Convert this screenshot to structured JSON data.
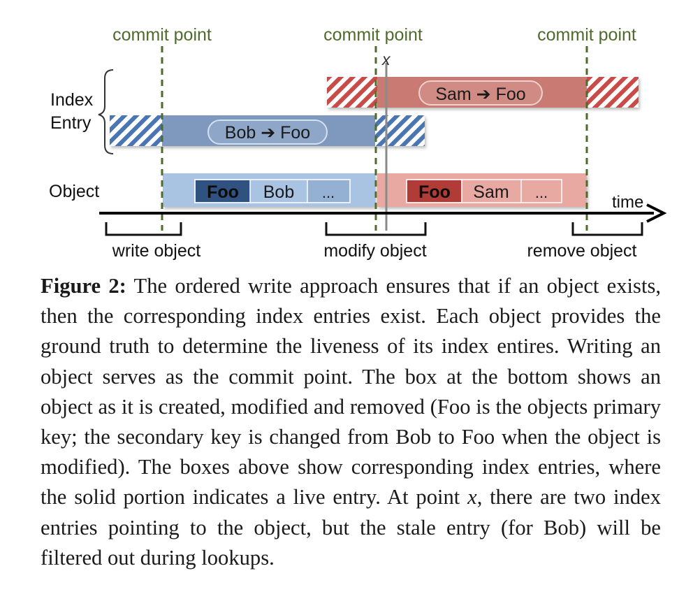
{
  "diagram": {
    "commit_label": "commit point",
    "x_marker": "x",
    "index_entry_label": [
      "Index",
      "Entry"
    ],
    "object_label": "Object",
    "time_label": "time",
    "red_index_pill": {
      "from": "Sam",
      "arrow": "➔",
      "to": "Foo"
    },
    "blue_index_pill": {
      "from": "Bob",
      "arrow": "➔",
      "to": "Foo"
    },
    "blue_object_fields": [
      "Foo",
      "Bob",
      "..."
    ],
    "red_object_fields": [
      "Foo",
      "Sam",
      "..."
    ],
    "phase_labels": [
      "write object",
      "modify object",
      "remove object"
    ],
    "colors": {
      "commit_line": "#4f6b2c",
      "blue_bar": "#7f98bd",
      "blue_stripe": "#4a74b2",
      "blue_object": "#a9c3e2",
      "blue_key": "#2f5281",
      "red_bar": "#c97a72",
      "red_stripe": "#c94b46",
      "red_object": "#e8a9a3",
      "red_key": "#b13b36"
    }
  },
  "caption": {
    "label": "Figure 2:",
    "pre_x": " The ordered write approach ensures that if an object exists, then the corresponding index entries exist. Each object provides the ground truth to determine the liveness of its index entires. Writing an object serves as the commit point. The box at the bottom shows an object as it is created, modified and removed (Foo is the objects primary key; the secondary key is changed from Bob to Foo when the object is modified). The boxes above show corresponding index entries, where the solid portion indicates a live entry. At point ",
    "x": "x",
    "post_x": ", there are two index entries pointing to the object, but the stale entry (for Bob) will be filtered out during lookups."
  }
}
